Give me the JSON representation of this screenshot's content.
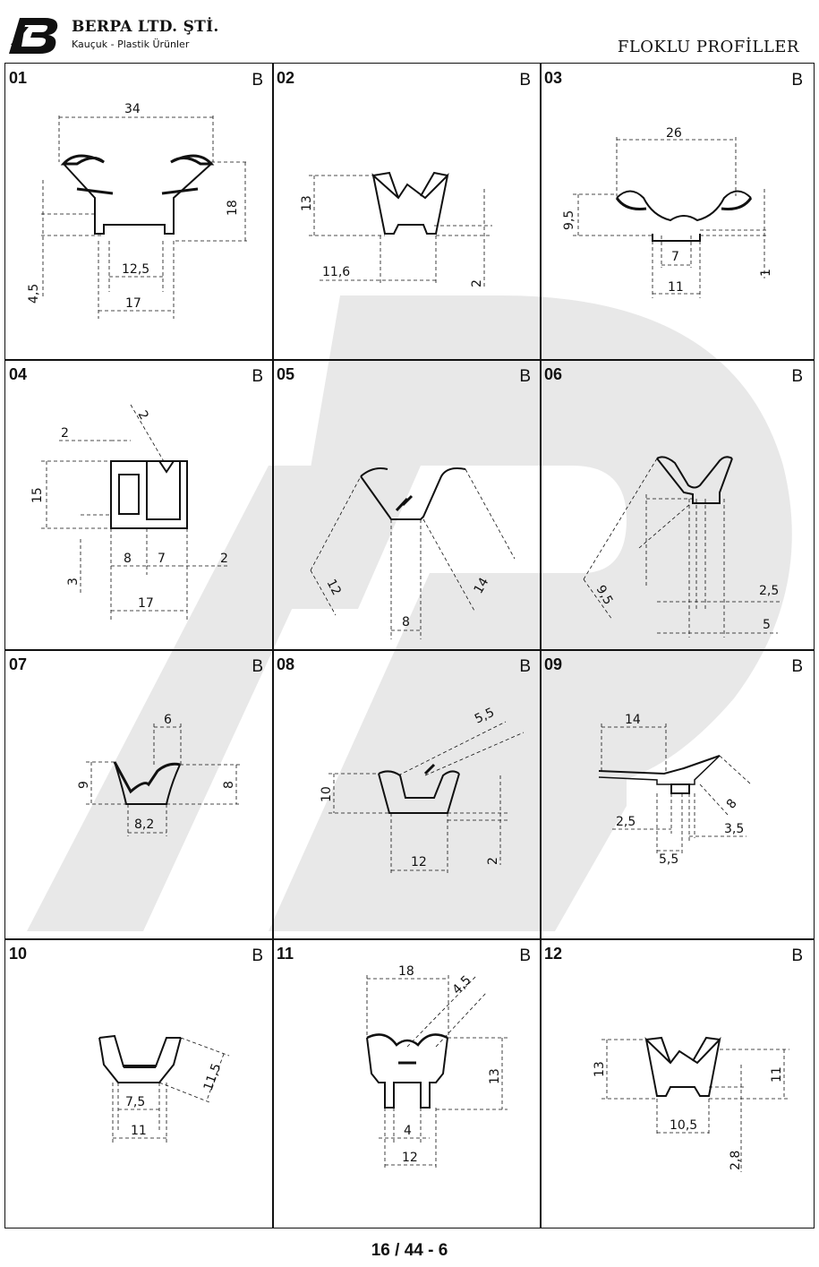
{
  "company": {
    "name": "BERPA LTD. ŞTİ.",
    "tagline": "Kauçuk - Plastik Ürünler"
  },
  "section_title": "FLOKLU PROFİLLER",
  "page_number": "16 / 44 - 6",
  "profiles": [
    {
      "id": "01",
      "mark": "B",
      "dims": [
        "34",
        "18",
        "4,5",
        "12,5",
        "17"
      ]
    },
    {
      "id": "02",
      "mark": "B",
      "dims": [
        "13",
        "11,6",
        "2"
      ]
    },
    {
      "id": "03",
      "mark": "B",
      "dims": [
        "26",
        "9,5",
        "7",
        "11",
        "1"
      ]
    },
    {
      "id": "04",
      "mark": "B",
      "dims": [
        "2",
        "2",
        "15",
        "3",
        "8",
        "7",
        "2",
        "17"
      ]
    },
    {
      "id": "05",
      "mark": "B",
      "dims": [
        "12",
        "14",
        "8"
      ]
    },
    {
      "id": "06",
      "mark": "B",
      "dims": [
        "9,5",
        "2,5",
        "5"
      ]
    },
    {
      "id": "07",
      "mark": "B",
      "dims": [
        "6",
        "9",
        "8",
        "8,2"
      ]
    },
    {
      "id": "08",
      "mark": "B",
      "dims": [
        "5,5",
        "10",
        "2",
        "12"
      ]
    },
    {
      "id": "09",
      "mark": "B",
      "dims": [
        "14",
        "2,5",
        "8",
        "3,5",
        "5,5"
      ]
    },
    {
      "id": "10",
      "mark": "B",
      "dims": [
        "11,5",
        "7,5",
        "11"
      ]
    },
    {
      "id": "11",
      "mark": "B",
      "dims": [
        "18",
        "4,5",
        "13",
        "4",
        "12"
      ]
    },
    {
      "id": "12",
      "mark": "B",
      "dims": [
        "13",
        "11",
        "10,5",
        "2,8"
      ]
    }
  ]
}
